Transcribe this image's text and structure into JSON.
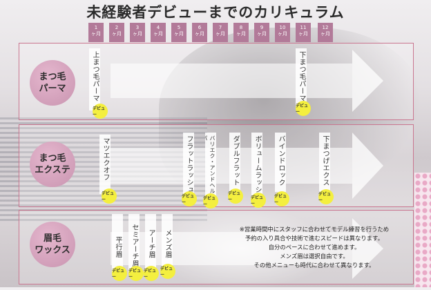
{
  "title": "未経験者デビューまでのカリキュラム",
  "months": [
    {
      "num": "1",
      "unit": "ヶ月"
    },
    {
      "num": "2",
      "unit": "ヶ月"
    },
    {
      "num": "3",
      "unit": "ヶ月"
    },
    {
      "num": "4",
      "unit": "ヶ月"
    },
    {
      "num": "5",
      "unit": "ヶ月"
    },
    {
      "num": "6",
      "unit": "ヶ月"
    },
    {
      "num": "7",
      "unit": "ヶ月"
    },
    {
      "num": "8",
      "unit": "ヶ月"
    },
    {
      "num": "9",
      "unit": "ヶ月"
    },
    {
      "num": "10",
      "unit": "ヶ月"
    },
    {
      "num": "11",
      "unit": "ヶ月"
    },
    {
      "num": "12",
      "unit": "ヶ月"
    }
  ],
  "debut_label": "デビュー",
  "sections": [
    {
      "line1": "まつ毛",
      "line2": "パーマ",
      "items": [
        "上まつ毛パーマ",
        "下まつ毛パーマ"
      ]
    },
    {
      "line1": "まつ毛",
      "line2": "エクステ",
      "items": [
        "マツエクオフ",
        "フラットラッシュ",
        "バリエク・アンドヘルパー",
        "ダブルフラット",
        "ボリュームラッシュ",
        "バインドロック",
        "下まつげエクステ"
      ]
    },
    {
      "line1": "眉毛",
      "line2": "ワックス",
      "items": [
        "平行眉",
        "セミアーチ眉",
        "アーチ眉",
        "メンズ眉"
      ]
    }
  ],
  "notes": [
    "※営業時間中にスタッフに合わせてモデル練習を行うため",
    "予約の入り具合や技術で進むスピードは異なります。",
    "自分のペースに合わせて進めます。",
    "メンズ眉は選択自由です。",
    "その他メニューも時代に合わせて異なります。"
  ],
  "colors": {
    "tab": "#b27a99",
    "circle": "#d8a6c0",
    "debut": "#f4ef3f",
    "border": "#c9758f"
  }
}
